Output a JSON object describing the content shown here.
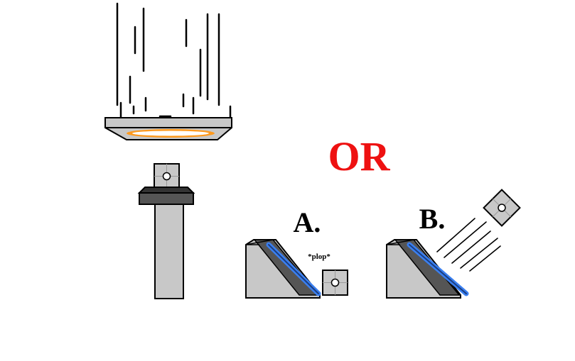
{
  "labels": {
    "or": "OR",
    "option_a": "A.",
    "option_b": "B.",
    "sound": "*plop*"
  },
  "colors": {
    "or_text": "#ee1111",
    "metal_light": "#c8c8c8",
    "metal_dark": "#555555",
    "portal_orange": "#ff9a1e",
    "portal_blue": "#3a7ff0",
    "outline": "#000000"
  },
  "icons": {
    "cube": "weighted-storage-cube-icon",
    "orange_portal": "orange-portal-icon",
    "blue_portal": "blue-portal-icon"
  }
}
